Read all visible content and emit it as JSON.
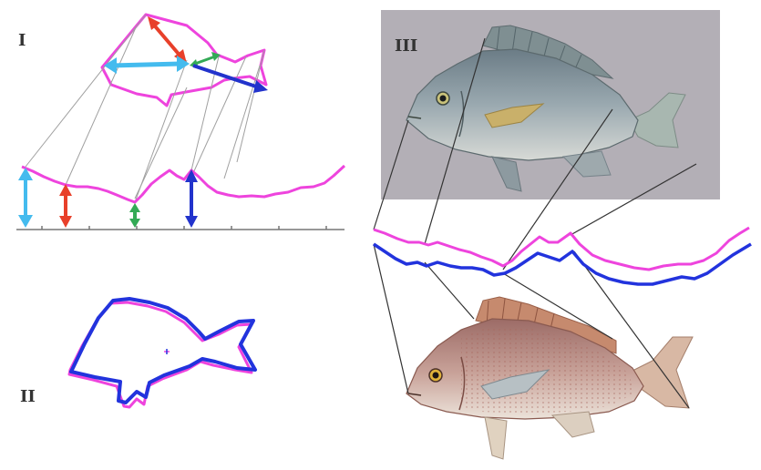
{
  "panels": {
    "panel_1": {
      "label": "I"
    },
    "panel_2": {
      "label": "II"
    },
    "panel_3": {
      "label": "III"
    }
  },
  "colors": {
    "outline_magenta": "#ee44dd",
    "outline_blue": "#2233dd",
    "arrow_red": "#e8402a",
    "arrow_cyan": "#44bbee",
    "arrow_green": "#33aa55",
    "arrow_blue": "#2233cc",
    "projection_line": "#999999",
    "photo_backdrop": "#b3afb6"
  },
  "icons": {
    "fish_top": "dull-green-sea-bream-illustration",
    "fish_bottom": "red-pink-sea-bream-illustration"
  }
}
